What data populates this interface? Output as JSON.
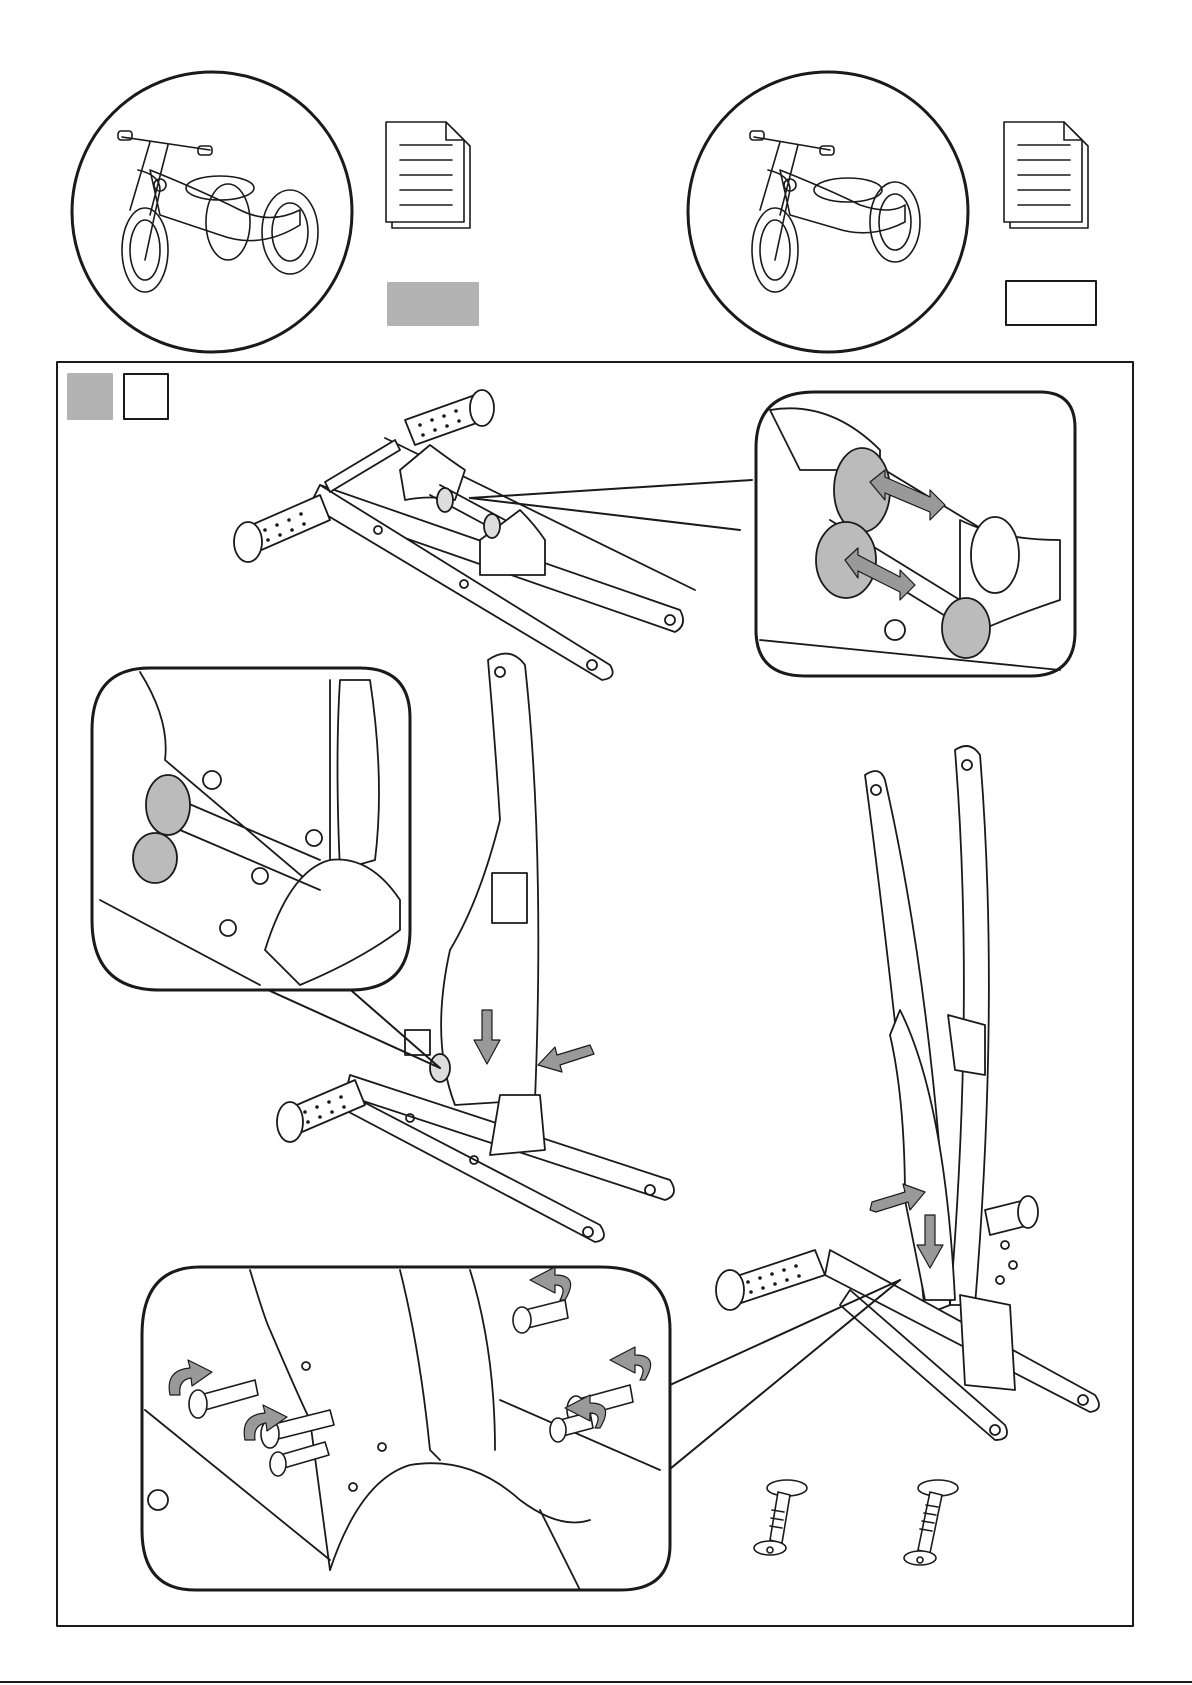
{
  "page": {
    "header": {
      "variant_three_wheel": {
        "illustration": "balance-bike-three-wheel-circle",
        "doc_icon": "document-stack-icon",
        "indicator": "filled-gray-swatch"
      },
      "variant_two_wheel": {
        "illustration": "balance-bike-two-wheel-circle",
        "doc_icon": "document-stack-icon",
        "indicator": "empty-white-swatch"
      }
    },
    "step": {
      "markers": [
        "filled-gray-square",
        "empty-white-square"
      ],
      "panels": [
        "handlebar-axle-assembly",
        "axle-spacer-detail-inset",
        "fork-insertion",
        "fork-mount-detail-inset",
        "frame-upright-assembly",
        "screw-tightening-detail-inset",
        "bolt-set"
      ]
    },
    "colors": {
      "line": "#1a1a1a",
      "fill_gray": "#b3b3b3",
      "paper": "#ffffff"
    }
  }
}
